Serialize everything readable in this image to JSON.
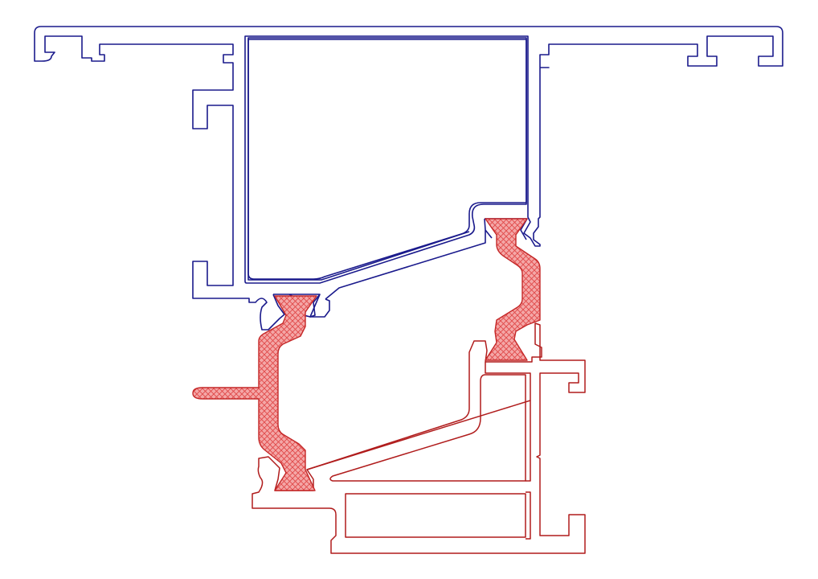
{
  "drawing": {
    "kind": "aluminium profile cross-section with polyamide thermal break strips",
    "colors": {
      "outer_frame": "#1a1a8c",
      "inner_sash": "#b01c1c",
      "thermal_break_fill": "#f4a7a7",
      "thermal_break_hatch": "#e04848",
      "thermal_break_outline": "#c42828",
      "background": "#ffffff"
    },
    "parts": [
      {
        "id": "outer-frame",
        "color_role": "outer_frame"
      },
      {
        "id": "inner-sash",
        "color_role": "inner_sash"
      },
      {
        "id": "thermal-break-left",
        "color_role": "thermal_break_fill"
      },
      {
        "id": "thermal-break-right",
        "color_role": "thermal_break_fill"
      }
    ]
  }
}
